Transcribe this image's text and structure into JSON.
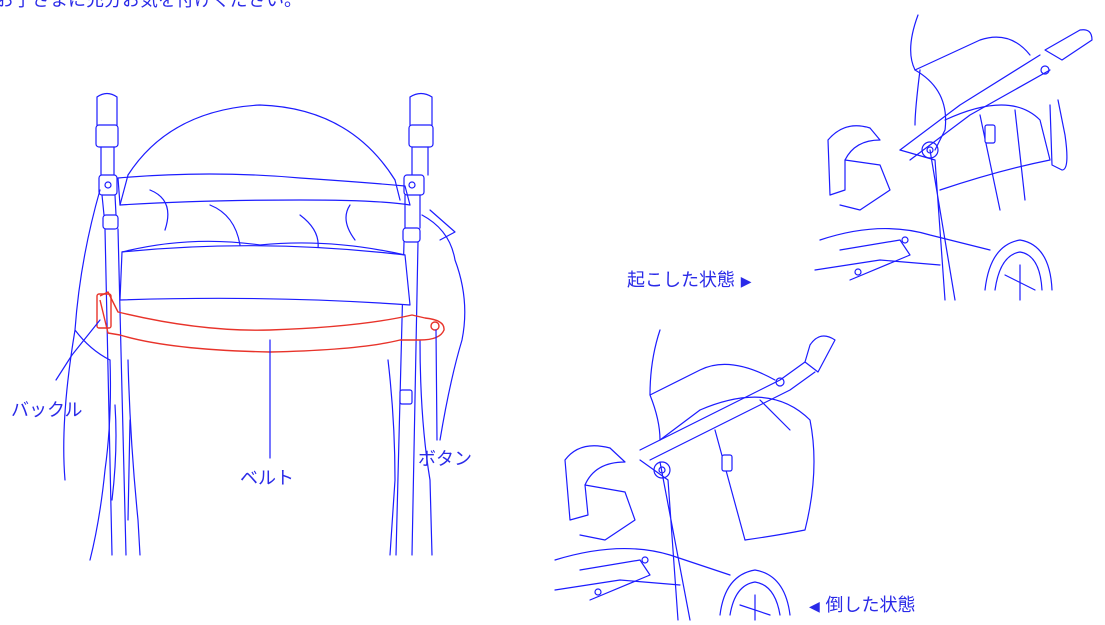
{
  "top_caption": "お子さまに充分お気を付けください。",
  "labels": {
    "buckle": "バックル",
    "belt": "ベルト",
    "button": "ボタン",
    "upright_state": "起こした状態",
    "reclined_state": "倒した状態"
  },
  "colors": {
    "line": "#1c1cff",
    "belt": "#e8332a",
    "text": "#2a2ae8"
  },
  "icons": {
    "right_pointer": "▶",
    "left_pointer": "◀"
  }
}
